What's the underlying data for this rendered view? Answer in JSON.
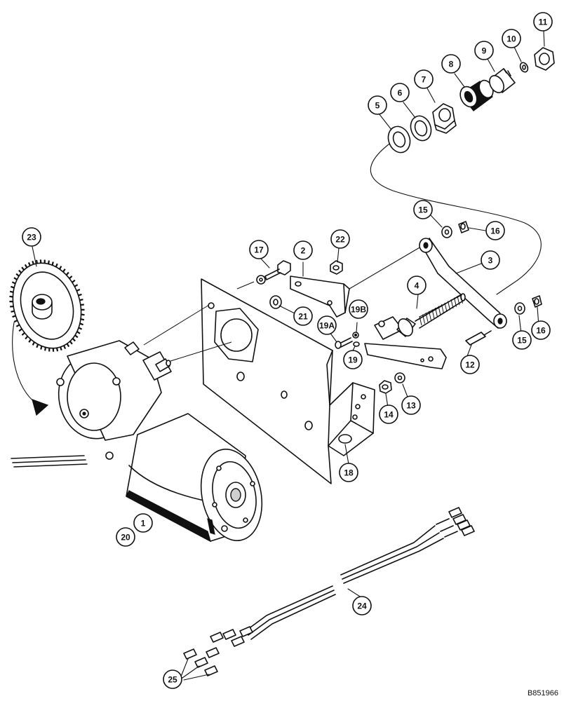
{
  "figure_ref": "B851966",
  "callouts": {
    "c1": "1",
    "c2": "2",
    "c3": "3",
    "c4": "4",
    "c5": "5",
    "c6": "6",
    "c7": "7",
    "c8": "8",
    "c9": "9",
    "c10": "10",
    "c11": "11",
    "c12": "12",
    "c13": "13",
    "c14": "14",
    "c15a": "15",
    "c15b": "15",
    "c16a": "16",
    "c16b": "16",
    "c17": "17",
    "c18": "18",
    "c19": "19",
    "c19a": "19A",
    "c19b": "19B",
    "c20": "20",
    "c21": "21",
    "c22": "22",
    "c23": "23",
    "c24": "24",
    "c25": "25"
  }
}
